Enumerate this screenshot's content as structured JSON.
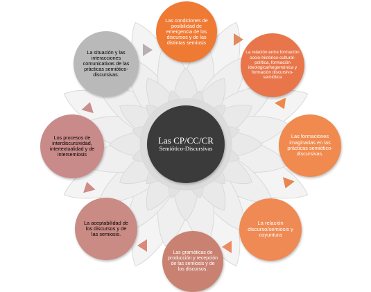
{
  "colors": {
    "orange_1": "#ef7a34",
    "orange_2": "#e8764a",
    "orange_3": "#f08a4e",
    "orange_4": "#ef8a54",
    "rose_1": "#c98272",
    "rose_2": "#c98b84",
    "rose_3": "#c98b8a",
    "grey_1": "#b9b9b9",
    "center": "#3b3b3b",
    "mandala": "#d9d9d9"
  },
  "center": {
    "title": "Las CP/CC/CR",
    "subtitle": "Semiótico-Discursivas"
  },
  "nodes": [
    {
      "id": "top",
      "label": "Las condiciones de posibilidad de emergencia de los discursos y de las distintas semiosis"
    },
    {
      "id": "upper-right",
      "label": "La relación entre formación socio-histórico-cultural-política, formación ideológica/hegemónica y formación discursivo-semiótica"
    },
    {
      "id": "right",
      "label": "Las formaciones imaginarias en las prácticas semiótico-discursivas."
    },
    {
      "id": "lower-right",
      "label": "La relación discurso/semiosis y coyuntura"
    },
    {
      "id": "bottom",
      "label": "Las gramáticas de producción y recepción de las semiosis y de los discursos."
    },
    {
      "id": "lower-left",
      "label": "La aceptabilidad de los discursos y de las semiosis."
    },
    {
      "id": "left",
      "label": "Los procesos de interdiscursividad, intertextualidad y de intersemiosis"
    },
    {
      "id": "upper-left",
      "label": "La situación y las interacciones comunicativas de las prácticas semiótico-discursivas."
    }
  ]
}
